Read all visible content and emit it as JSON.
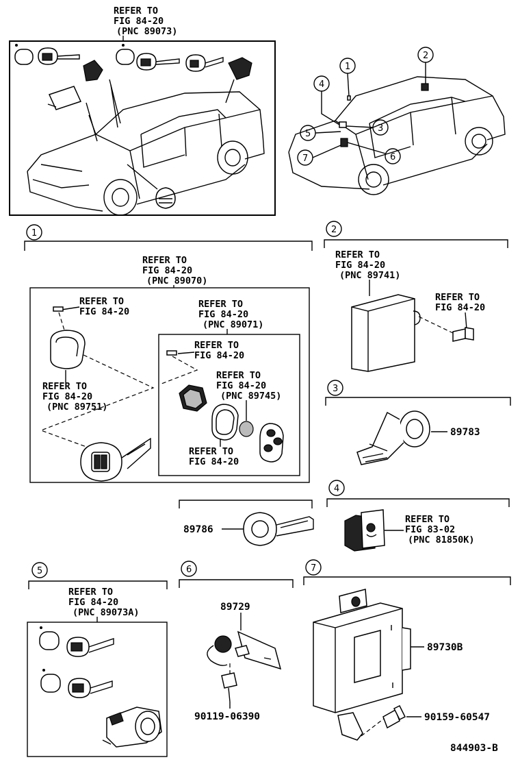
{
  "callouts": {
    "top_left": [
      "REFER TO",
      "FIG 84-20",
      "(PNC 89073)"
    ],
    "s1_outer": [
      "REFER TO",
      "FIG 84-20",
      "(PNC 89070)"
    ],
    "s1_screw": [
      "REFER TO",
      "FIG 84-20"
    ],
    "s1_cover": [
      "REFER TO",
      "FIG 84-20",
      "(PNC 89751)"
    ],
    "s1_inner": [
      "REFER TO",
      "FIG 84-20",
      "(PNC 89071)"
    ],
    "s1_inner_screw": [
      "REFER TO",
      "FIG 84-20"
    ],
    "s1_battery": [
      "REFER TO",
      "FIG 84-20",
      "(PNC 89745)"
    ],
    "s1_oring": [
      "REFER TO",
      "FIG 84-20"
    ],
    "s2_unit": [
      "REFER TO",
      "FIG 84-20",
      "(PNC 89741)"
    ],
    "s2_bolt": [
      "REFER TO",
      "FIG 84-20"
    ],
    "s4_switch": [
      "REFER TO",
      "FIG 83-02",
      "(PNC 81850K)"
    ],
    "s5_keys": [
      "REFER TO",
      "FIG 84-20",
      "(PNC 89073A)"
    ]
  },
  "part_numbers": {
    "p89783": "89783",
    "p89786": "89786",
    "p89729": "89729",
    "p90119": "90119-06390",
    "p89730": "89730B",
    "p90159": "90159-60547"
  },
  "sections": [
    "1",
    "2",
    "3",
    "4",
    "5",
    "6",
    "7"
  ],
  "car_callouts": [
    "1",
    "2",
    "3",
    "4",
    "5",
    "6",
    "7"
  ],
  "figure_id": "844903-B"
}
